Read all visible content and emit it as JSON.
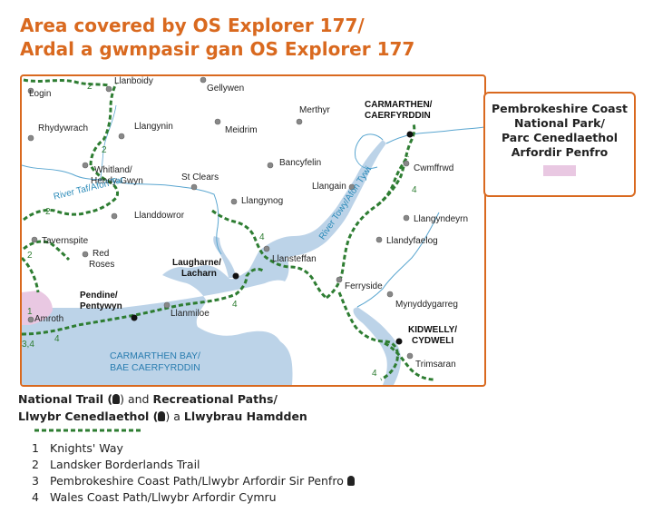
{
  "title_line1": "Area covered by OS Explorer 177/",
  "title_line2": "Ardal a gwmpasir gan OS Explorer 177",
  "colors": {
    "accent": "#d9691f",
    "sea": "#bcd3e8",
    "river": "#2a8ab8",
    "route": "#2e7d32",
    "park": "#e9c8e2"
  },
  "places": {
    "login": "Login",
    "llanboidy": "Llanboidy",
    "gellywen": "Gellywen",
    "merthyr": "Merthyr",
    "carmarthen_1": "CARMARTHEN/",
    "carmarthen_2": "CAERFYRDDIN",
    "rhydywrach": "Rhydywrach",
    "llangynin": "Llangynin",
    "meidrim": "Meidrim",
    "bancyfelin": "Bancyfelin",
    "whitland_1": "Whitland/",
    "whitland_2": "Hendy-Gwyn",
    "st_clears": "St Clears",
    "cwmffrwd": "Cwmffrwd",
    "llangain": "Llangain",
    "llangynog": "Llangynog",
    "llanddowror": "Llanddowror",
    "tavernspite": "Tavernspite",
    "llangyndeyrn": "Llangyndeyrn",
    "llandyfaelog": "Llandyfaelog",
    "red_roses_1": "Red",
    "red_roses_2": "Roses",
    "laugharne_1": "Laugharne/",
    "laugharne_2": "Lacharn",
    "llansteffan": "Llansteffan",
    "ferryside": "Ferryside",
    "pendine_1": "Pendine/",
    "pendine_2": "Pentywyn",
    "llanmiloe": "Llanmiloe",
    "mynyddygarreg": "Mynyddygarreg",
    "amroth": "Amroth",
    "kidwelly_1": "KIDWELLY/",
    "kidwelly_2": "CYDWELI",
    "trimsaran": "Trimsaran"
  },
  "rivers": {
    "taf": "River Taf/Afon Tar",
    "towy": "River Towy/Afon Tywi"
  },
  "sea": {
    "line1": "CARMARTHEN BAY/",
    "line2": "BAE CAERFYRDDIN"
  },
  "route_numbers": {
    "n1": "2",
    "n2": "2",
    "n3": "2",
    "n4": "2",
    "n5": "4",
    "n6": "4",
    "n7": "4",
    "n8": "4",
    "n9": "1",
    "n10": "3,4",
    "n11": "4"
  },
  "park_box": {
    "line1": "Pembrokeshire Coast",
    "line2": "National Park/",
    "line3": "Parc Cenedlaethol",
    "line4": "Arfordir Penfro"
  },
  "legend": {
    "l1_a": "National Trail (",
    "l1_b": ") and ",
    "l1_c": "Recreational Paths/",
    "l2_a": "Llwybr Cenedlaethol (",
    "l2_b": ") a ",
    "l2_c": "Llwybrau Hamdden"
  },
  "routes": [
    {
      "num": "1",
      "name": "Knights' Way"
    },
    {
      "num": "2",
      "name": "Landsker Borderlands Trail"
    },
    {
      "num": "3",
      "name": "Pembrokeshire Coast Path/Llwybr Arfordir Sir Penfro"
    },
    {
      "num": "4",
      "name": "Wales Coast Path/Llwybr Arfordir Cymru"
    }
  ]
}
